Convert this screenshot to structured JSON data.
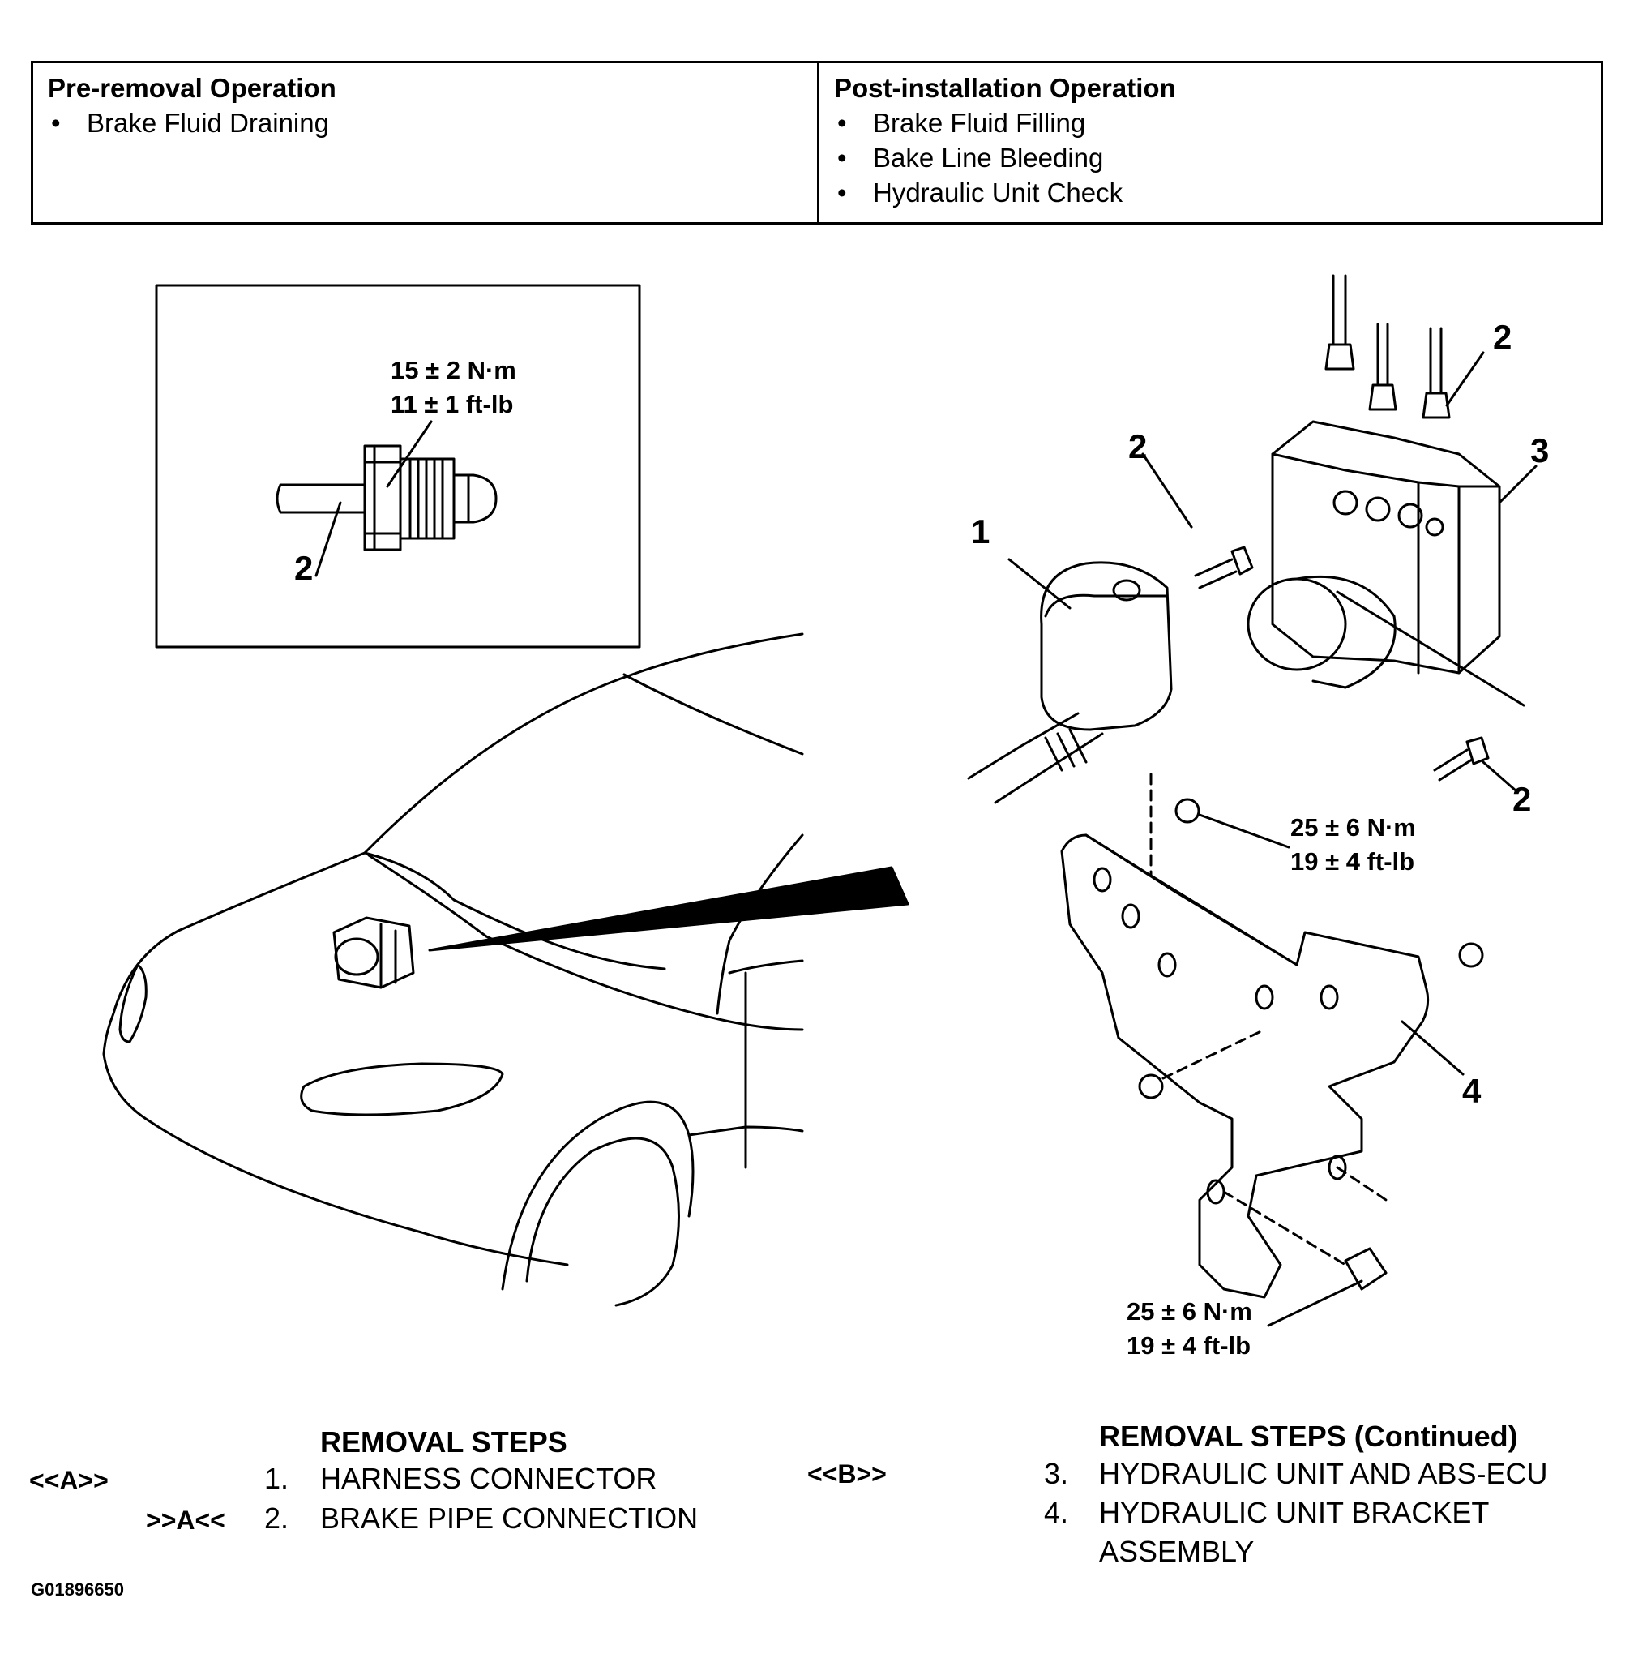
{
  "operations": {
    "pre": {
      "title": "Pre-removal Operation",
      "items": [
        "Brake Fluid Draining"
      ]
    },
    "post": {
      "title": "Post-installation Operation",
      "items": [
        "Brake Fluid Filling",
        "Bake Line Bleeding",
        "Hydraulic Unit Check"
      ]
    }
  },
  "callouts": {
    "inset_torque_nm": "15 ± 2 N·m",
    "inset_torque_ftlb": "11 ± 1 ft-lb",
    "inset_label": "2",
    "label_1": "1",
    "label_2a": "2",
    "label_2b": "2",
    "label_2c": "2",
    "label_3": "3",
    "label_4": "4",
    "torque_upper_nm": "25 ± 6 N·m",
    "torque_upper_ftlb": "19 ± 4 ft-lb",
    "torque_lower_nm": "25 ± 6 N·m",
    "torque_lower_ftlb": "19 ± 4 ft-lb"
  },
  "removal_steps": {
    "heading": "REMOVAL STEPS",
    "steps": [
      {
        "code": "<<A>>",
        "num": "1.",
        "text": "HARNESS CONNECTOR"
      },
      {
        "code": ">>A<<",
        "num": "2.",
        "text": "BRAKE PIPE CONNECTION"
      }
    ]
  },
  "removal_steps_continued": {
    "heading": "REMOVAL STEPS (Continued)",
    "steps": [
      {
        "code": "<<B>>",
        "num": "3.",
        "text": "HYDRAULIC UNIT AND ABS-ECU"
      },
      {
        "code": "",
        "num": "4.",
        "text": "HYDRAULIC UNIT BRACKET",
        "text2": "ASSEMBLY"
      }
    ]
  },
  "image_code": "G01896650"
}
